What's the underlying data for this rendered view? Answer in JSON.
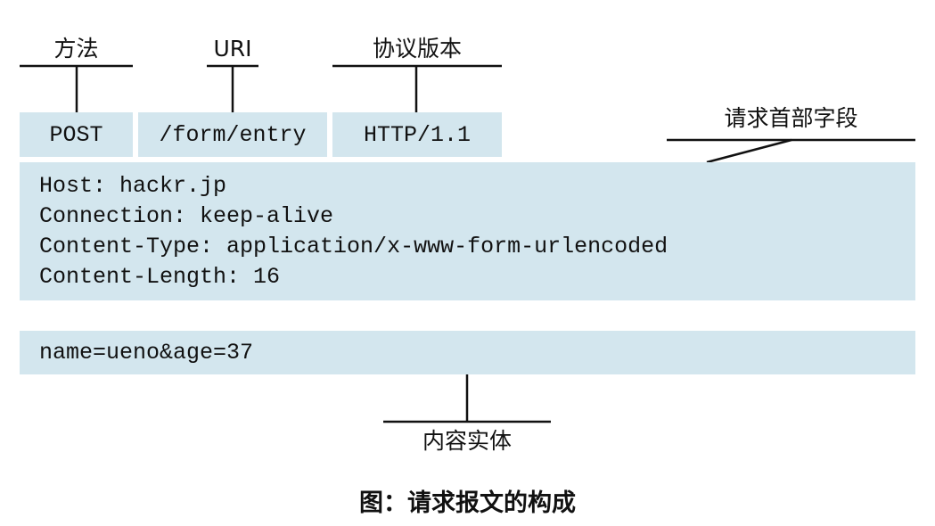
{
  "labels": {
    "method": "方法",
    "uri": "URI",
    "version": "协议版本",
    "headers": "请求首部字段",
    "body": "内容实体"
  },
  "request_line": {
    "method": "POST",
    "uri": "/form/entry",
    "version": "HTTP/1.1"
  },
  "headers": [
    "Host: hackr.jp",
    "Connection: keep-alive",
    "Content-Type: application/x-www-form-urlencoded",
    "Content-Length: 16"
  ],
  "body": "name=ueno&age=37",
  "caption": "图：请求报文的构成",
  "colors": {
    "box_fill": "#d3e6ee",
    "line": "#111111"
  }
}
